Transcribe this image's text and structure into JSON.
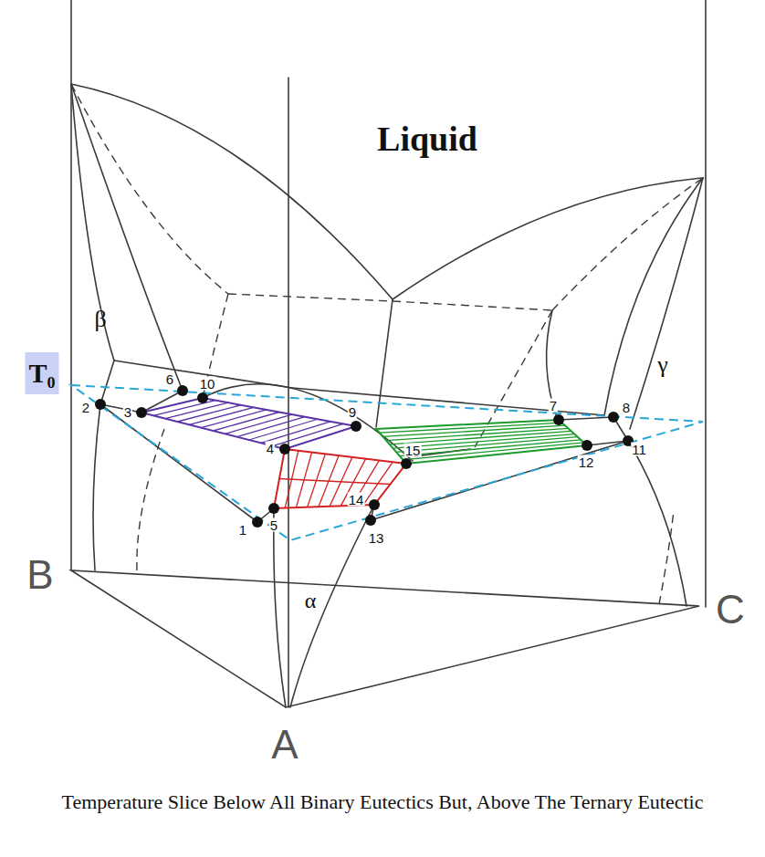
{
  "diagram": {
    "caption": "Temperature Slice Below All Binary Eutectics But, Above The Ternary Eutectic",
    "labels": [
      "Liquid",
      "β",
      "T₀",
      "γ",
      "α",
      "B",
      "A",
      "C",
      "1",
      "2",
      "3",
      "4",
      "5",
      "6",
      "7",
      "8",
      "9",
      "10",
      "11",
      "12",
      "13",
      "14",
      "15"
    ]
  }
}
